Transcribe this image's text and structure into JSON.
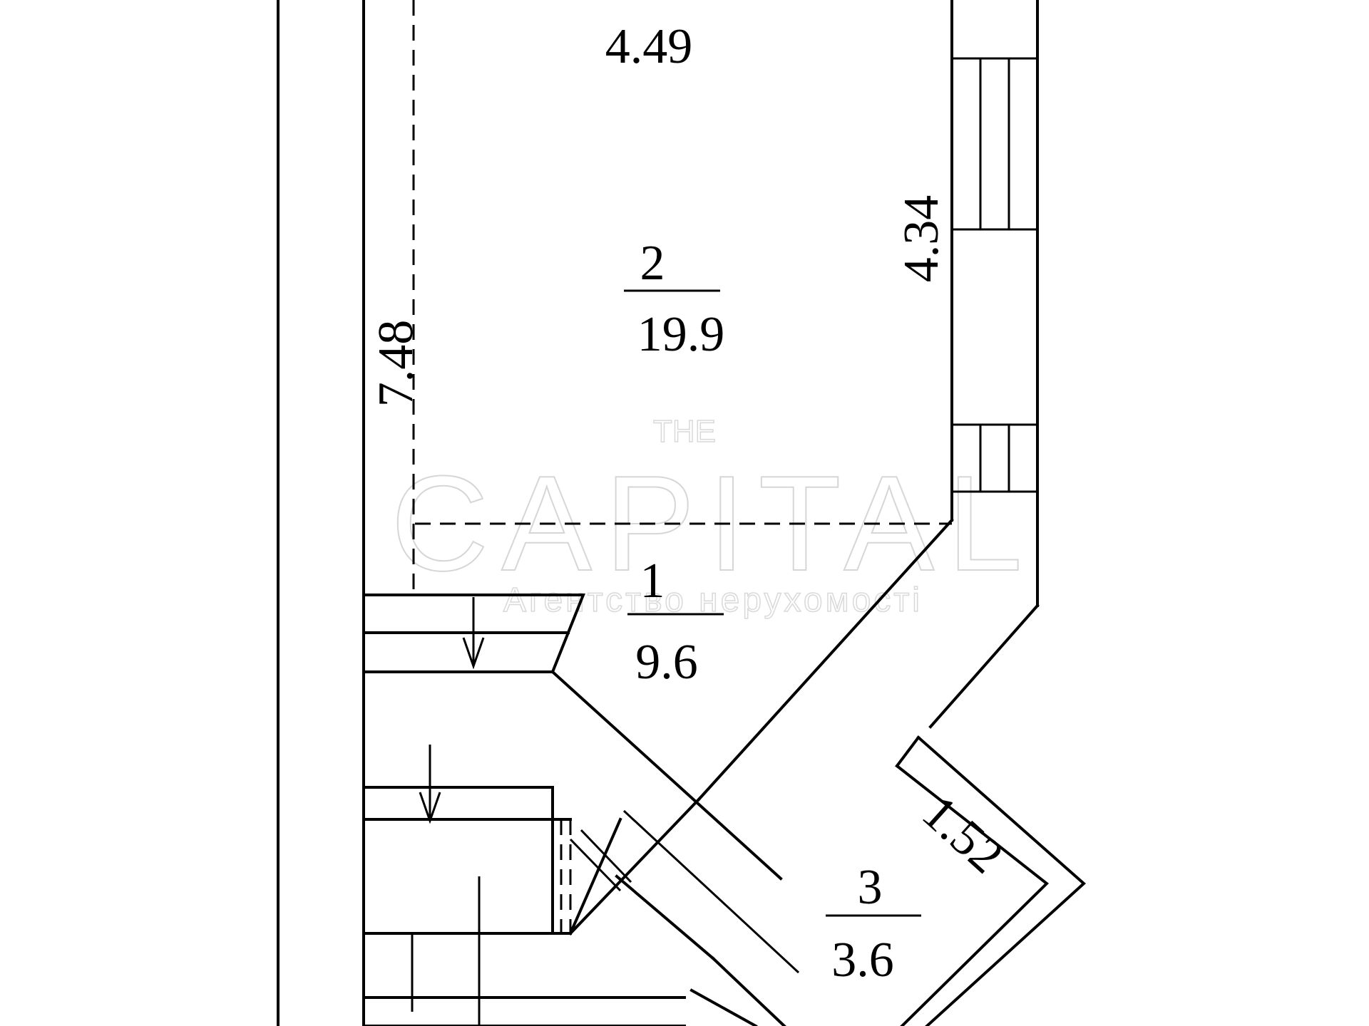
{
  "watermark": {
    "line1": "THE",
    "line2": "CAPITAL",
    "line3": "Агентство нерухомості"
  },
  "rooms": [
    {
      "number": "1",
      "area": "9.6"
    },
    {
      "number": "2",
      "area": "19.9"
    },
    {
      "number": "3",
      "area": "3.6"
    }
  ],
  "dimensions": {
    "top_width": "4.49",
    "left_length": "7.48",
    "right_length": "4.34",
    "room3_side": "1.52"
  },
  "icons": {
    "arrow": "stair-direction-arrow-icon"
  },
  "colors": {
    "line": "#000000",
    "background": "#ffffff",
    "watermark": "#d6d6d6"
  }
}
